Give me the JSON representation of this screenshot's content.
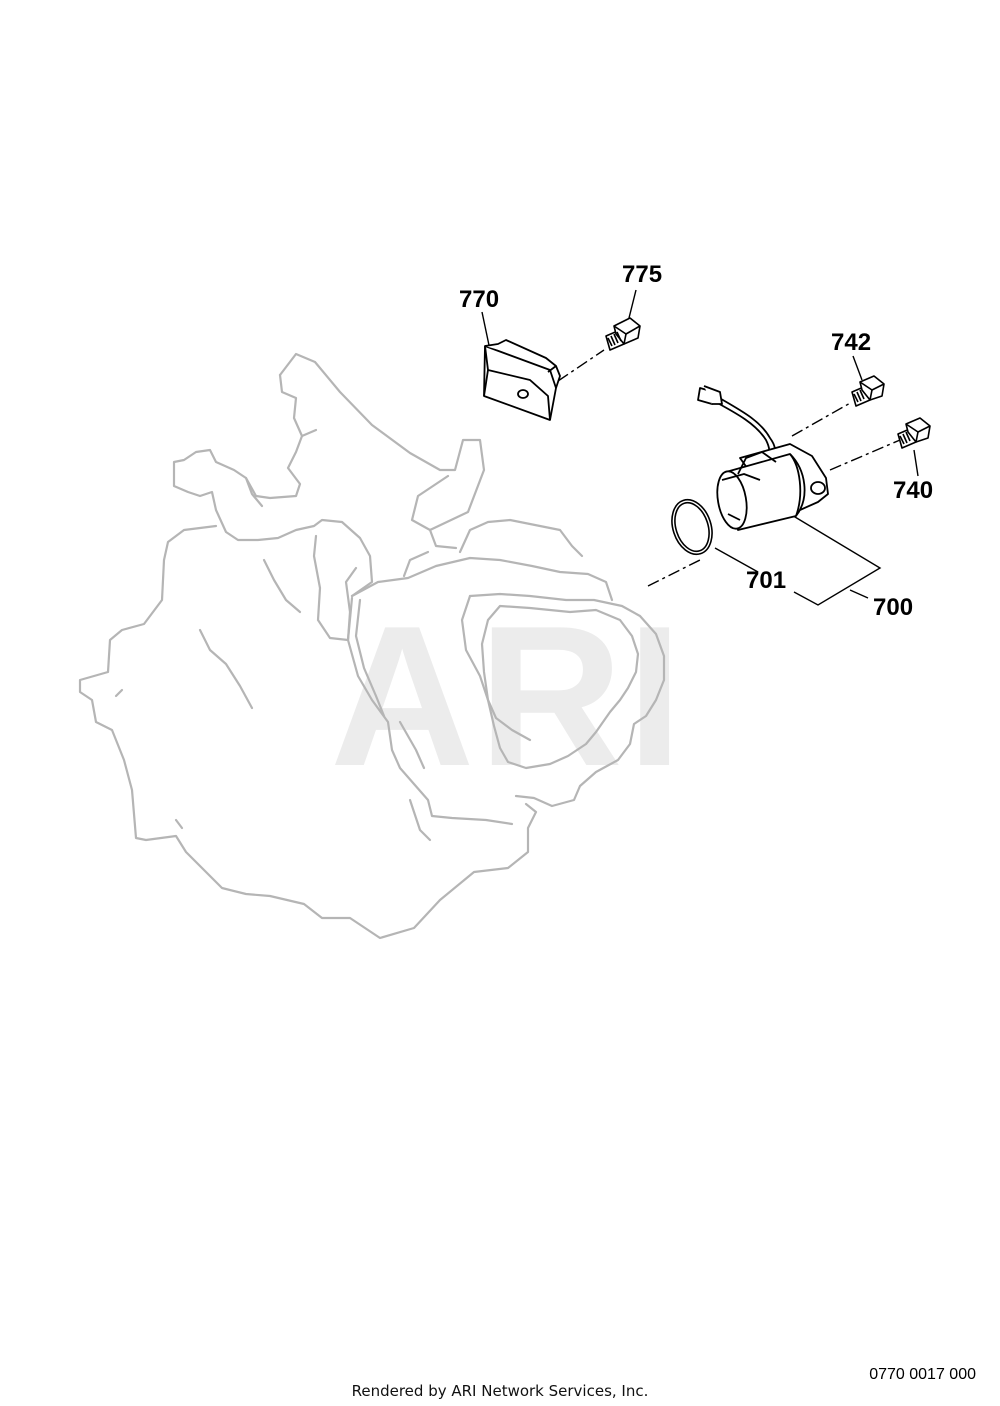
{
  "watermark": "ARI",
  "callouts": {
    "c770": "770",
    "c775": "775",
    "c742": "742",
    "c740": "740",
    "c701": "701",
    "c700": "700"
  },
  "footer": {
    "credit": "Rendered by ARI Network Services, Inc.",
    "diagram_code": "0770 0017 000"
  },
  "colors": {
    "engine_outline": "#b5b5b5",
    "parts": "#000000",
    "watermark": "#ececec"
  }
}
